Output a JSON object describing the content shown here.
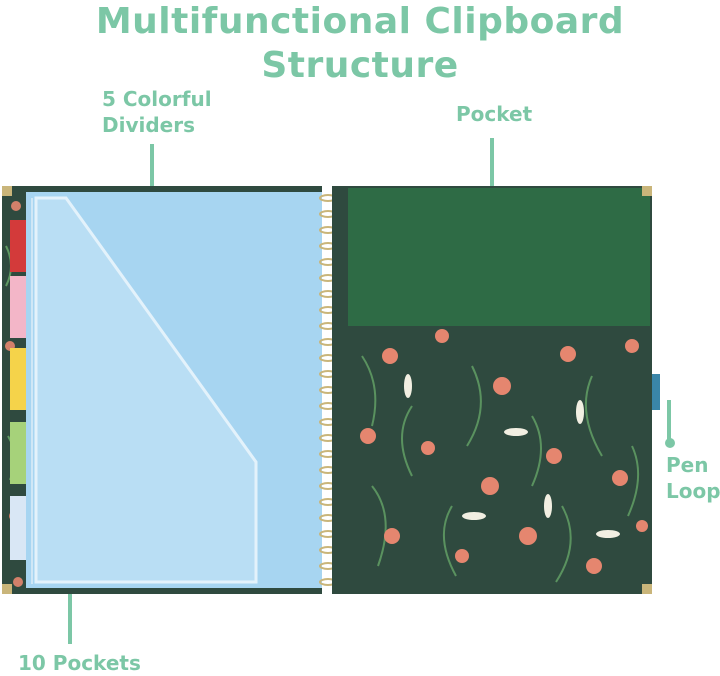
{
  "title": "Multifunctional Clipboard Structure",
  "callouts": {
    "dividers": [
      "5 Colorful",
      "Dividers"
    ],
    "pocket": "Pocket",
    "pen_loop": [
      "Pen",
      "Loop"
    ],
    "pockets": "10 Pockets"
  },
  "colors": {
    "accent": "#7cc7a6",
    "cover": "#2f4a3f",
    "pocket": "#2e6b45",
    "sheet": "#a7d5f1",
    "divider_tabs": [
      "#d33a3a",
      "#f3b6c8",
      "#f5d34a",
      "#a6d27a",
      "#d9e7f5"
    ]
  }
}
